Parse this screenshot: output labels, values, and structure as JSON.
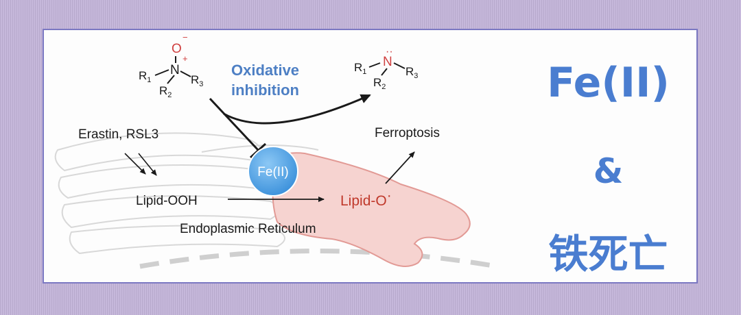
{
  "diagram": {
    "reactant": {
      "o": "O",
      "charge_neg": "−",
      "n": "N",
      "charge_pos": "+",
      "r1": "R",
      "r1_sub": "1",
      "r2": "R",
      "r2_sub": "2",
      "r3": "R",
      "r3_sub": "3"
    },
    "product": {
      "dots": "··",
      "n": "N",
      "r1": "R",
      "r1_sub": "1",
      "r2": "R",
      "r2_sub": "2",
      "r3": "R",
      "r3_sub": "3"
    },
    "oxidative_line1": "Oxidative",
    "oxidative_line2": "inhibition",
    "erastin_label": "Erastin, RSL3",
    "ferroptosis_label": "Ferroptosis",
    "fe_circle_label": "Fe(II)",
    "lipid_ooh_label": "Lipid-OOH",
    "lipid_o_label": "Lipid-O",
    "lipid_o_dot": "·",
    "er_label": "Endoplasmic Reticulum"
  },
  "title": {
    "line1": "Fe(II)",
    "line2": "&",
    "line3": "铁死亡"
  },
  "colors": {
    "background": "#c6b8db",
    "card_border": "#7b78c2",
    "title_blue": "#4a7dd0",
    "oxidative_blue": "#4d7fc4",
    "lipid_red": "#c0392b",
    "oxygen_red": "#d04040",
    "fe_circle": "#5aa9e8",
    "er_pink": "#f3c9c6"
  }
}
